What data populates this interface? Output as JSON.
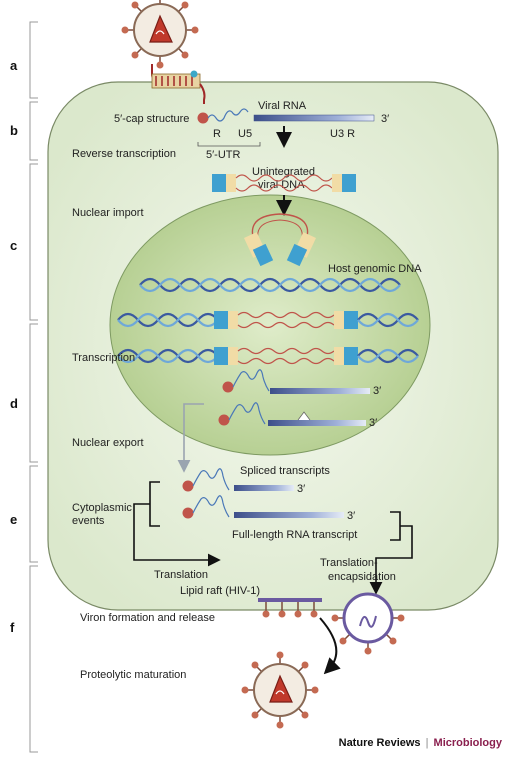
{
  "steps": [
    "a",
    "b",
    "c",
    "d",
    "e",
    "f"
  ],
  "labels": {
    "viral_rna": "Viral RNA",
    "cap": "5′-cap structure",
    "r": "R",
    "u5": "U5",
    "u3r": "U3 R",
    "three_prime": "3′",
    "utr": "5′-UTR",
    "reverse_transcription": "Reverse transcription",
    "unintegrated_1": "Unintegrated",
    "unintegrated_2": "viral DNA",
    "nuclear_import": "Nuclear import",
    "host_dna": "Host genomic DNA",
    "transcription": "Transcription",
    "nuclear_export": "Nuclear export",
    "spliced": "Spliced transcripts",
    "cytoplasmic_1": "Cytoplasmic",
    "cytoplasmic_2": "events",
    "full_length": "Full-length RNA transcript",
    "translation": "Translation",
    "lipid_raft": "Lipid raft (HIV-1)",
    "transl_encaps_1": "Translation-",
    "transl_encaps_2": "encapsidation",
    "viron": "Viron formation and release",
    "proteolytic": "Proteolytic maturation"
  },
  "footer": {
    "publisher": "Nature Reviews",
    "separator": "|",
    "journal": "Microbiology"
  }
}
